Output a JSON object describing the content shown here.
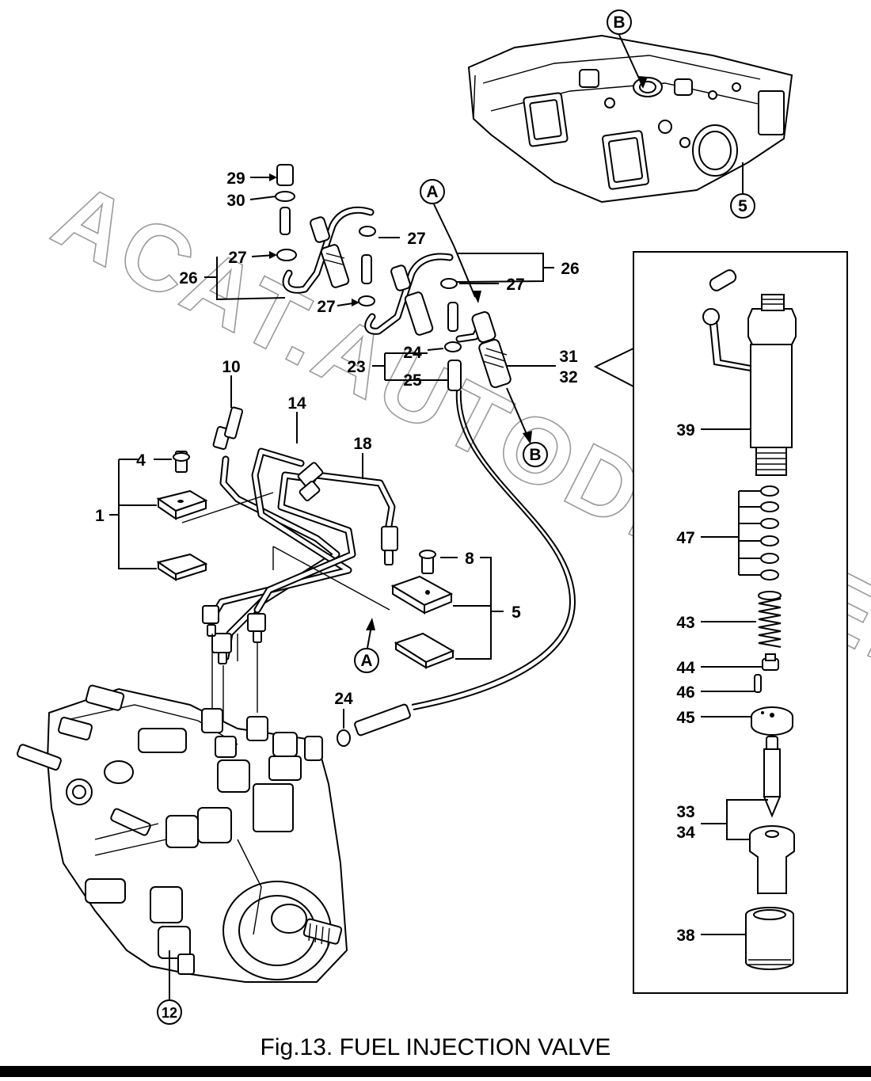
{
  "caption": "Fig.13.  FUEL INJECTION VALVE",
  "watermark": "ACAT.AUTODEALER.RU",
  "callouts": {
    "a_top": "A",
    "a_bottom": "A",
    "b_top": "B",
    "b_mid": "B",
    "five_circle": "5",
    "twelve_circle": "12"
  },
  "labels": {
    "p1": "1",
    "p4": "4",
    "p5": "5",
    "p8": "8",
    "p10": "10",
    "p14": "14",
    "p18": "18",
    "p23": "23",
    "p24a": "24",
    "p24b": "24",
    "p25": "25",
    "p26a": "26",
    "p26b": "26",
    "p27a": "27",
    "p27b": "27",
    "p27c": "27",
    "p27d": "27",
    "p29": "29",
    "p30": "30",
    "p31": "31",
    "p32": "32",
    "p33": "33",
    "p34": "34",
    "p38": "38",
    "p39": "39",
    "p43": "43",
    "p44": "44",
    "p45": "45",
    "p46": "46",
    "p47": "47"
  },
  "colors": {
    "ink": "#000000",
    "paper": "#ffffff",
    "watermark": "#9a9a9a"
  }
}
